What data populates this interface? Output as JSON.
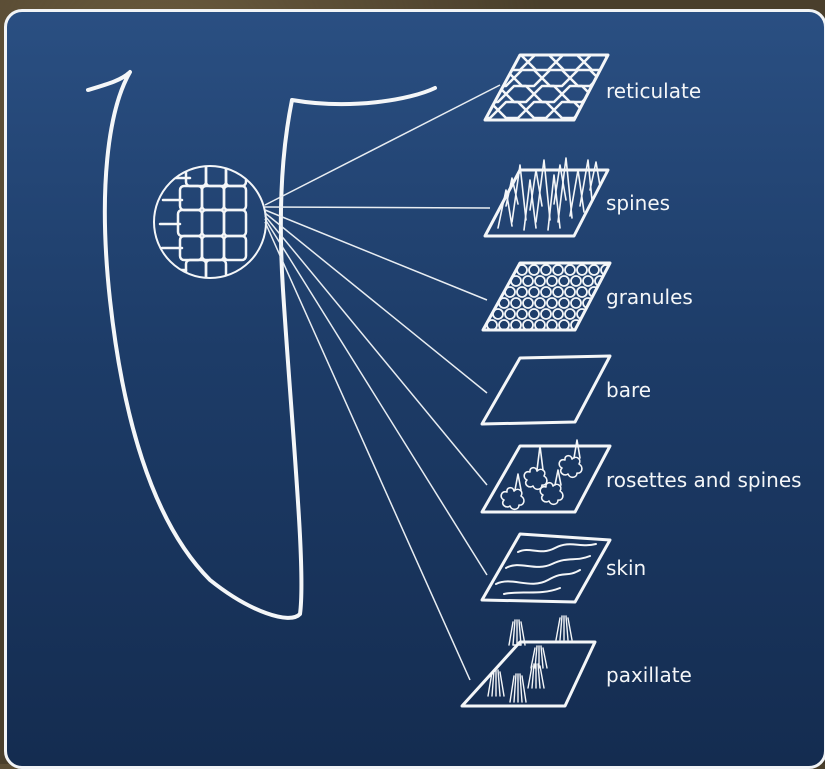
{
  "diagram": {
    "labels": {
      "reticulate": "reticulate",
      "spines": "spines",
      "granules": "granules",
      "bare": "bare",
      "rosettes": "rosettes and spines",
      "skin": "skin",
      "paxillate": "paxillate"
    },
    "colors": {
      "background_top": "#2a4f82",
      "background_bottom": "#142c50",
      "chalk": "#f4f6f8"
    }
  }
}
